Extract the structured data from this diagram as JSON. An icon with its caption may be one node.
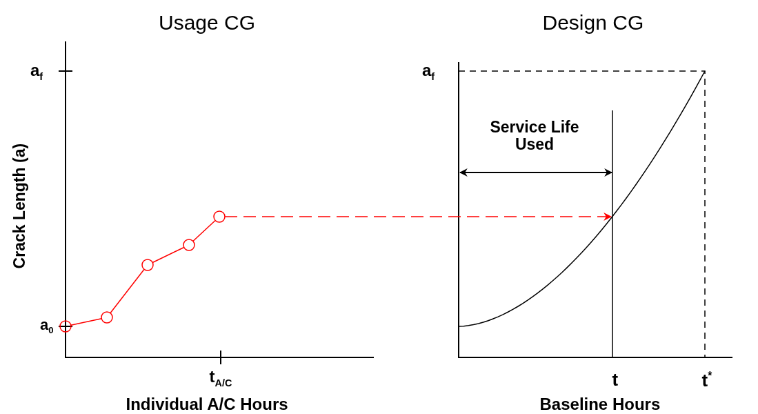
{
  "diagram": {
    "nodes": [
      {
        "text": [],
        "shape": "circle"
      },
      {
        "text": [],
        "shape": "circle"
      },
      {
        "text": [],
        "shape": "circle"
      },
      {
        "text": [],
        "shape": "circle"
      },
      {
        "text": [],
        "shape": "circle"
      }
    ],
    "edges": [
      {
        "from": 0,
        "to": 1,
        "arrow": "none"
      },
      {
        "from": 1,
        "to": 2,
        "arrow": "none"
      },
      {
        "from": 2,
        "to": 3,
        "arrow": "none"
      },
      {
        "from": 3,
        "to": 4,
        "arrow": "none"
      },
      {
        "from": 4,
        "to": null,
        "arrow": "to",
        "style": "dashed"
      }
    ],
    "labels": [
      "Usage CG",
      "Design CG",
      "a$_{f}$",
      "a$_{f}$",
      "Crack Length (a)",
      "Service Life Used",
      "a$_{0}$",
      "t$_{A/C}$",
      "t",
      "t$^{*}$",
      "Individual A/C Hours",
      "Baseline Hours"
    ]
  }
}
